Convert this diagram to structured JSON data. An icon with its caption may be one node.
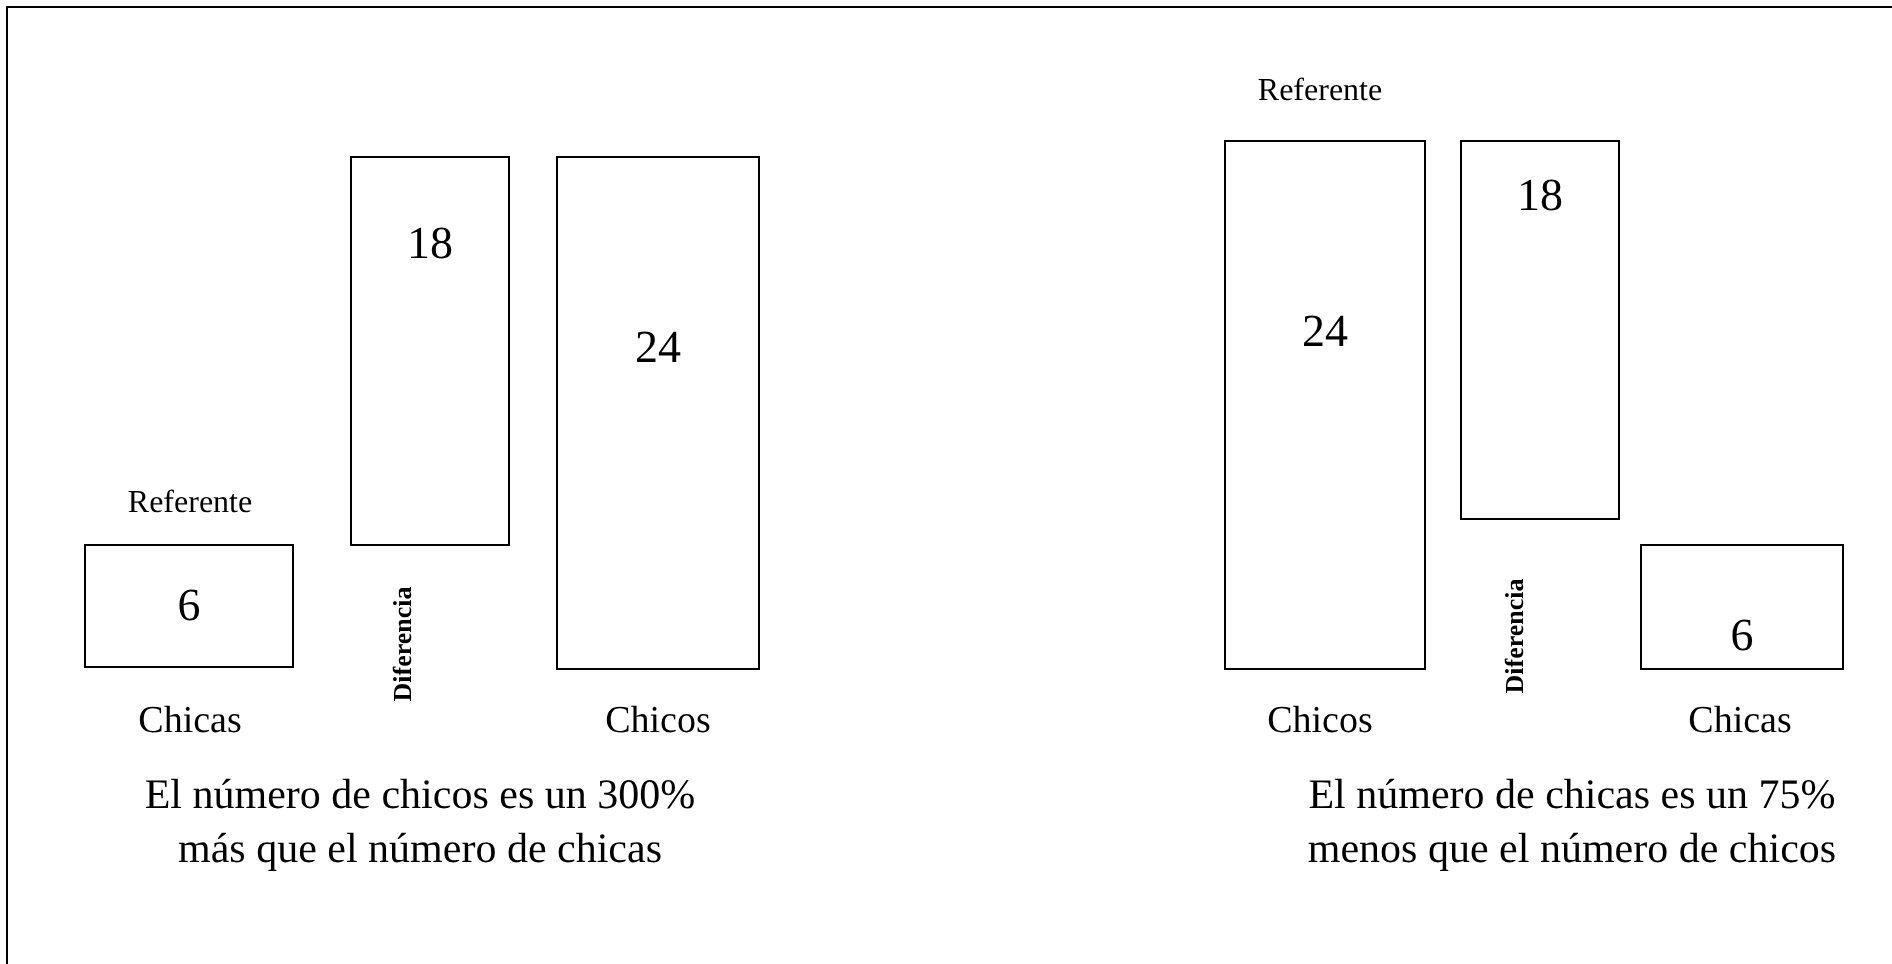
{
  "diagram": {
    "nodes": [
      {
        "text": [
          "6"
        ],
        "beside": [
          "Referente",
          "Chicas"
        ]
      },
      {
        "text": [
          "18"
        ],
        "beside": [
          "Diferencia"
        ]
      },
      {
        "text": [
          "24"
        ],
        "beside": [
          "Chicos"
        ]
      },
      {
        "text": [
          "24"
        ],
        "beside": [
          "Referente",
          "Chicos"
        ]
      },
      {
        "text": [
          "18"
        ],
        "beside": [
          "Diferencia"
        ]
      },
      {
        "text": [
          "6"
        ],
        "beside": [
          "Chicas"
        ]
      }
    ],
    "edges": [],
    "labels": [
      "El número de chicos es un 300% más que el número de chicas",
      "El número de chicas es un 75% menos que el número de chicos"
    ]
  }
}
